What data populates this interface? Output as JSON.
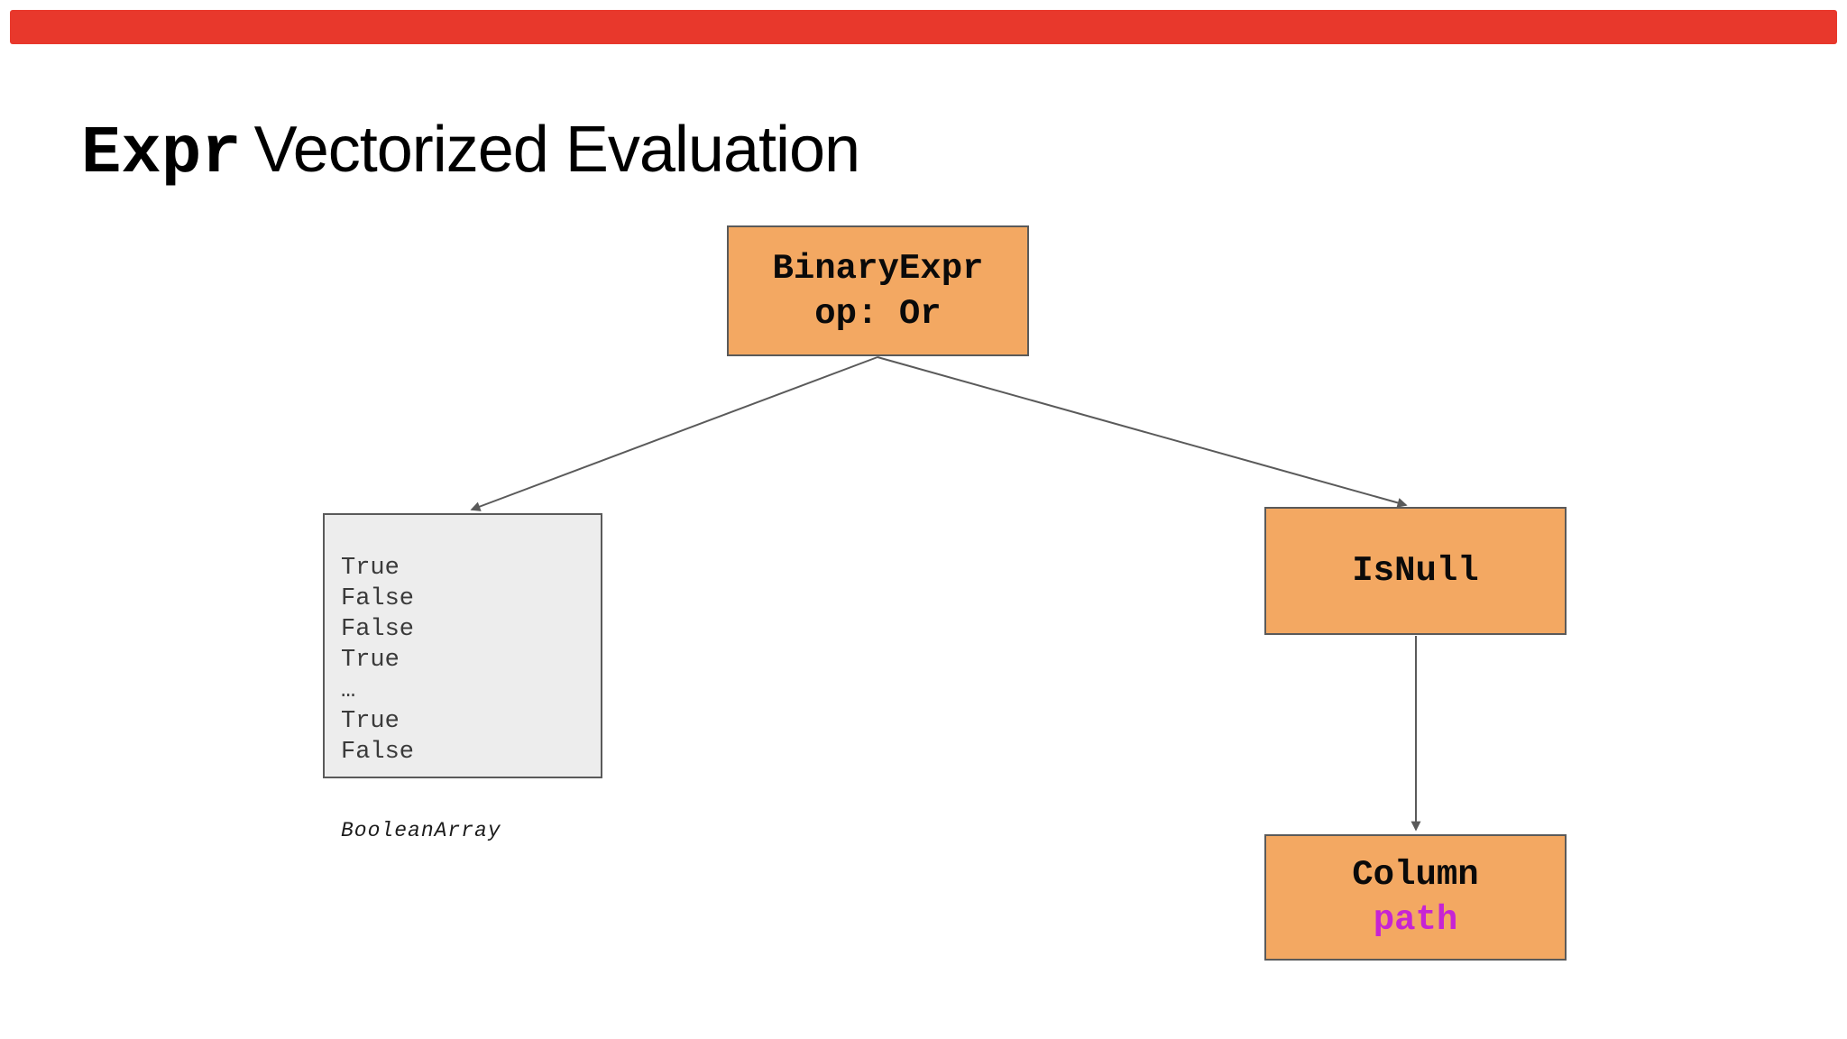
{
  "slide": {
    "title": {
      "code": "Expr",
      "rest": "Vectorized Evaluation"
    },
    "colors": {
      "accent_red": "#e8382c",
      "node_fill": "#f3a862",
      "node_border": "#5a5a5a",
      "node_text": "#0a0a0a",
      "arrow": "#5a5a5a",
      "array_fill": "#ededed",
      "array_border": "#5a5a5a",
      "array_text": "#3a3a3a",
      "path_text": "#c724d4"
    },
    "nodes": {
      "binary_expr": {
        "title": "BinaryExpr",
        "subtitle": "op: Or"
      },
      "is_null": {
        "title": "IsNull"
      },
      "column": {
        "title": "Column",
        "subtitle": "path"
      }
    },
    "boolean_array": {
      "values": [
        "True",
        "False",
        "False",
        "True",
        "…",
        "True",
        "False"
      ],
      "caption": "BooleanArray"
    }
  }
}
